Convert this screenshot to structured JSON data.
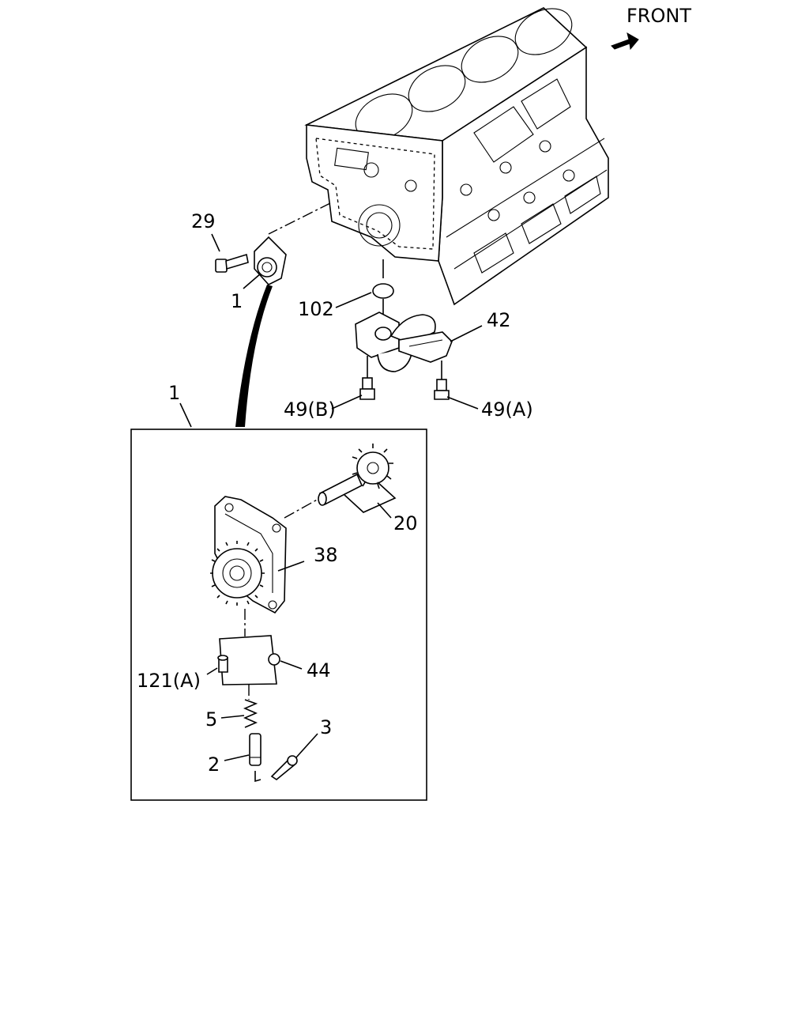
{
  "front_label": "FRONT",
  "callouts": {
    "c29": "29",
    "c1_small": "1",
    "c102": "102",
    "c42": "42",
    "c49b": "49(B)",
    "c49a": "49(A)",
    "c1_box": "1",
    "c20": "20",
    "c38": "38",
    "c121a": "121(A)",
    "c44": "44",
    "c5": "5",
    "c3": "3",
    "c2": "2"
  }
}
